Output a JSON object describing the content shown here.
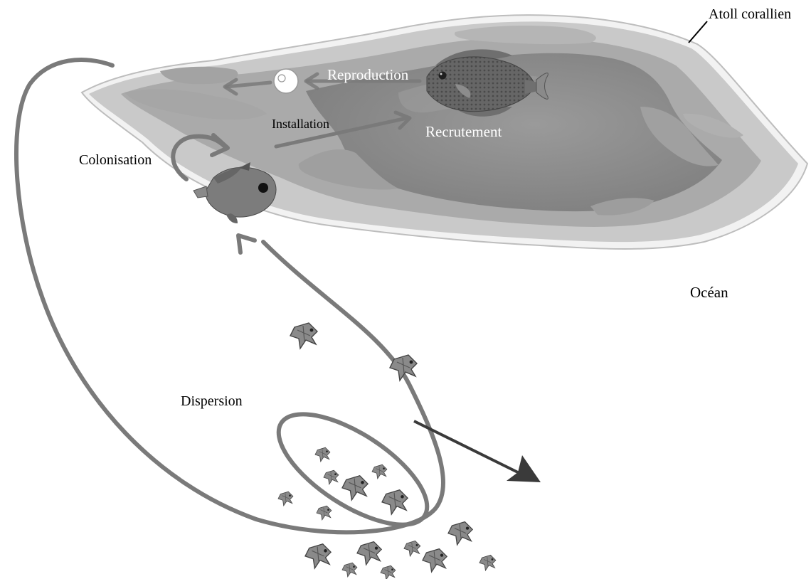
{
  "labels": {
    "atoll": "Atoll corallien",
    "reproduction": "Reproduction",
    "installation": "Installation",
    "recrutement": "Recrutement",
    "colonisation": "Colonisation",
    "ocean": "Océan",
    "dispersion": "Dispersion"
  },
  "colors": {
    "cycle_arrow": "#7a7a7a",
    "export_arrow": "#3a3a3a",
    "reef_outer": "#c9c9c9",
    "reef_mid": "#a9a9a9",
    "lagoon": "#8d8d8d",
    "fish": "#555555",
    "larvae": "#777777"
  },
  "icons": {
    "adult_fish": "adult-fish-icon",
    "settler_fish": "settler-fish-icon",
    "egg": "egg-icon",
    "larva": "larva-icon"
  }
}
